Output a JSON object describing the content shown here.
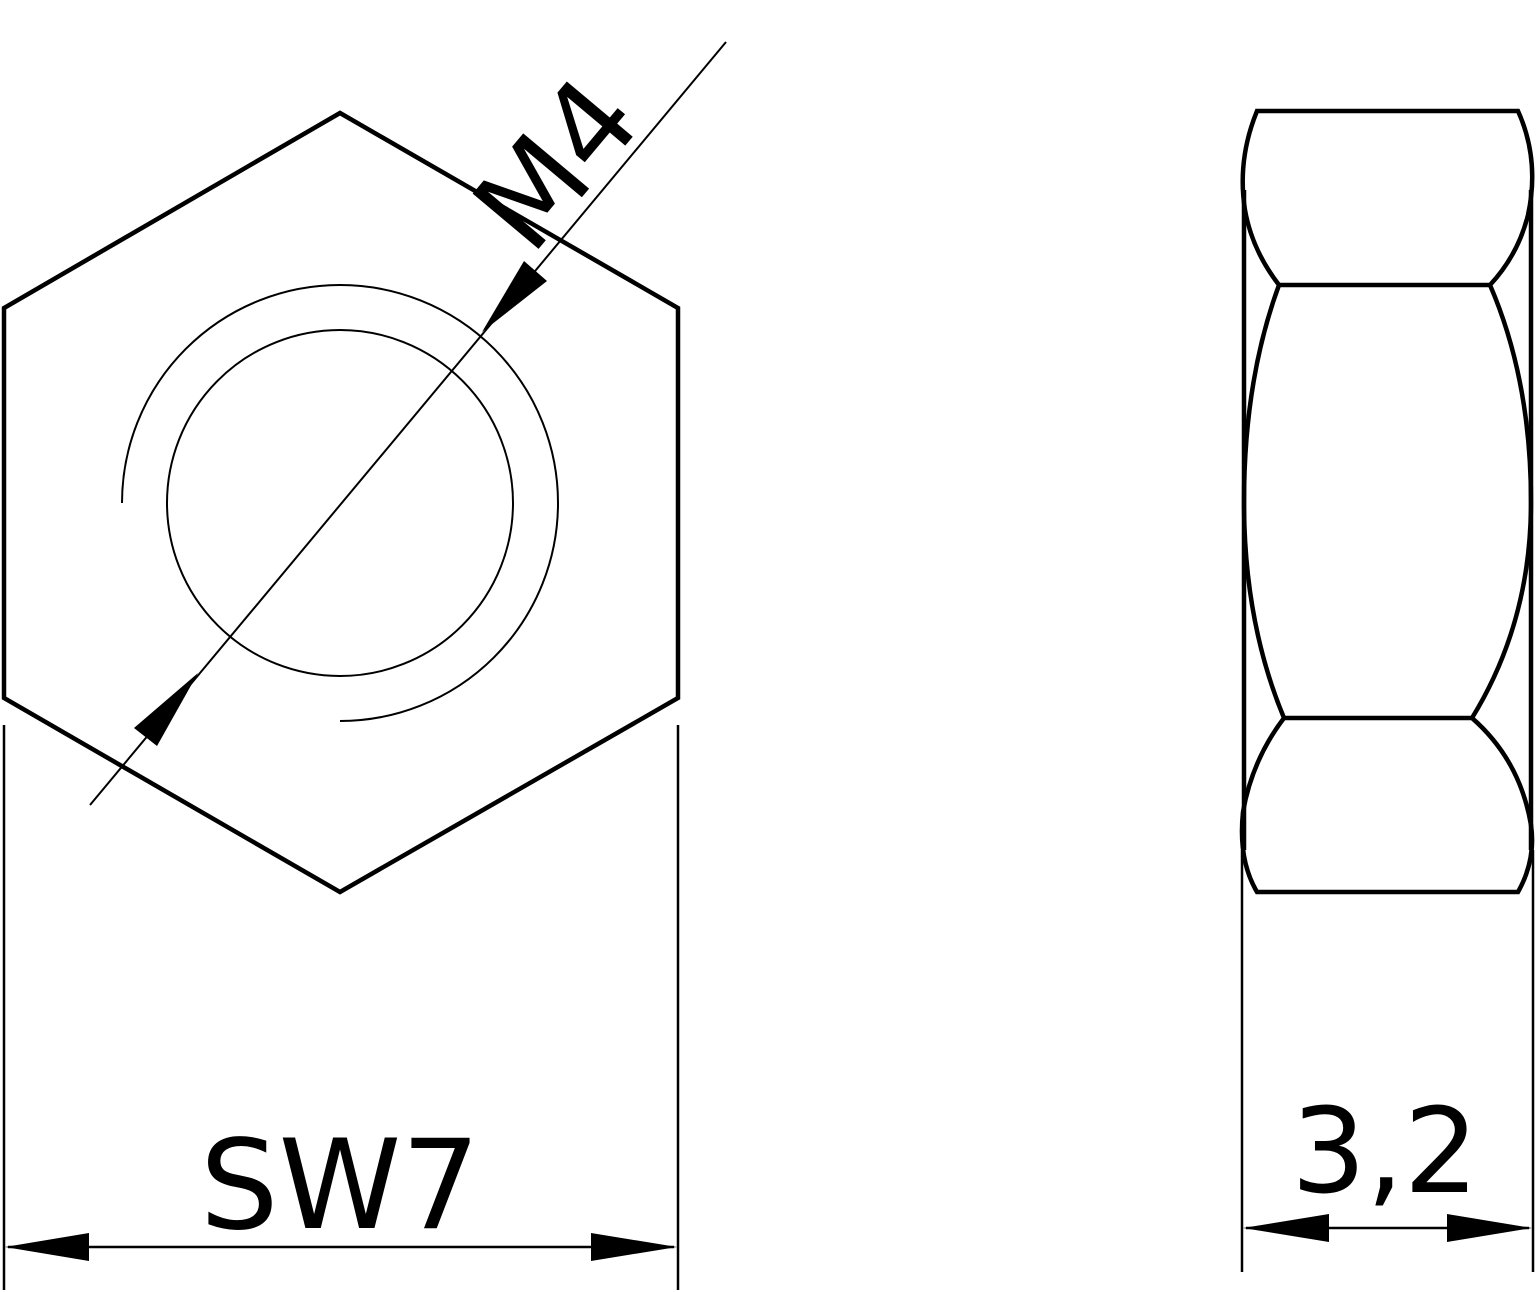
{
  "drawing": {
    "subject": "Hex nut technical drawing",
    "colors": {
      "line": "#000000",
      "background": "#ffffff"
    },
    "front_view": {
      "name": "Hexagon front view",
      "thread_label": "M4",
      "width_across_flats_label": "SW7"
    },
    "side_view": {
      "name": "Side view",
      "height_label": "3,2"
    }
  }
}
